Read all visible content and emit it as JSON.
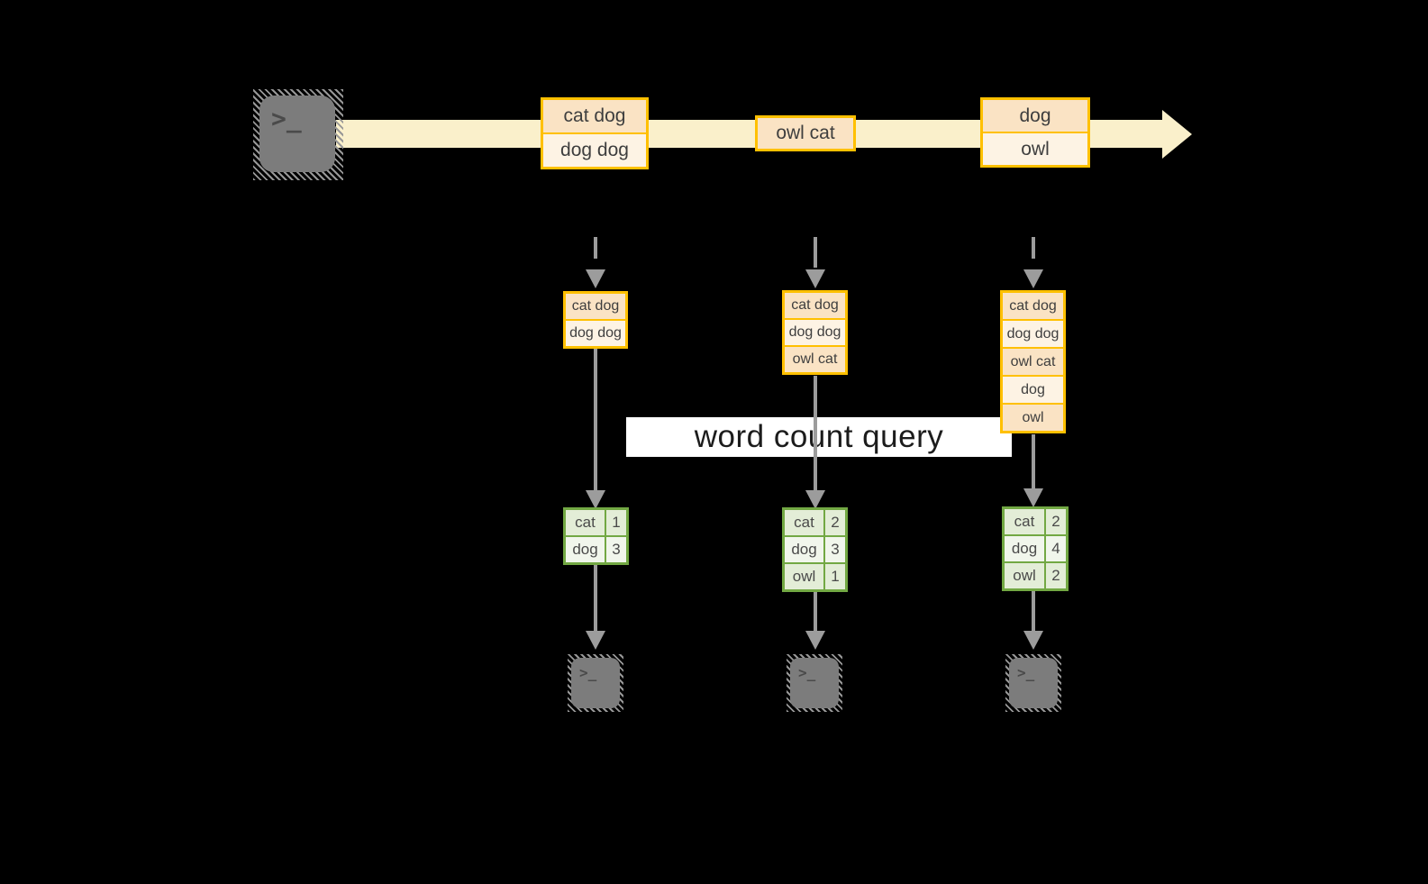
{
  "colors": {
    "background": "#000000",
    "stream_band": "#FAF0CB",
    "orange_border": "#FFC000",
    "peach_fill": "#FAE3C4",
    "cream_fill": "#FDF3E4",
    "green_border": "#72A843",
    "green_cell_dark": "#E3EDD7",
    "green_cell_light": "#F1F6EC",
    "arrow_gray": "#9C9C9C",
    "terminal_gray": "#7C7C7C",
    "terminal_glyph_gray": "#4A4A4A",
    "box_text": "#3E3E3E",
    "query_text": "#1C1C1C"
  },
  "stream": {
    "source_glyph": ">_",
    "events": [
      {
        "rows": [
          "cat dog",
          "dog dog"
        ]
      },
      {
        "rows": [
          "owl cat"
        ]
      },
      {
        "rows": [
          "dog",
          "owl"
        ]
      }
    ]
  },
  "query": {
    "label": "word count query"
  },
  "columns": [
    {
      "buffer_rows": [
        "cat dog",
        "dog dog"
      ],
      "counts": [
        {
          "word": "cat",
          "count": "1"
        },
        {
          "word": "dog",
          "count": "3"
        }
      ],
      "sink_glyph": ">_"
    },
    {
      "buffer_rows": [
        "cat dog",
        "dog dog",
        "owl cat"
      ],
      "counts": [
        {
          "word": "cat",
          "count": "2"
        },
        {
          "word": "dog",
          "count": "3"
        },
        {
          "word": "owl",
          "count": "1"
        }
      ],
      "sink_glyph": ">_"
    },
    {
      "buffer_rows": [
        "cat dog",
        "dog dog",
        "owl cat",
        "dog",
        "owl"
      ],
      "counts": [
        {
          "word": "cat",
          "count": "2"
        },
        {
          "word": "dog",
          "count": "4"
        },
        {
          "word": "owl",
          "count": "2"
        }
      ],
      "sink_glyph": ">_"
    }
  ]
}
